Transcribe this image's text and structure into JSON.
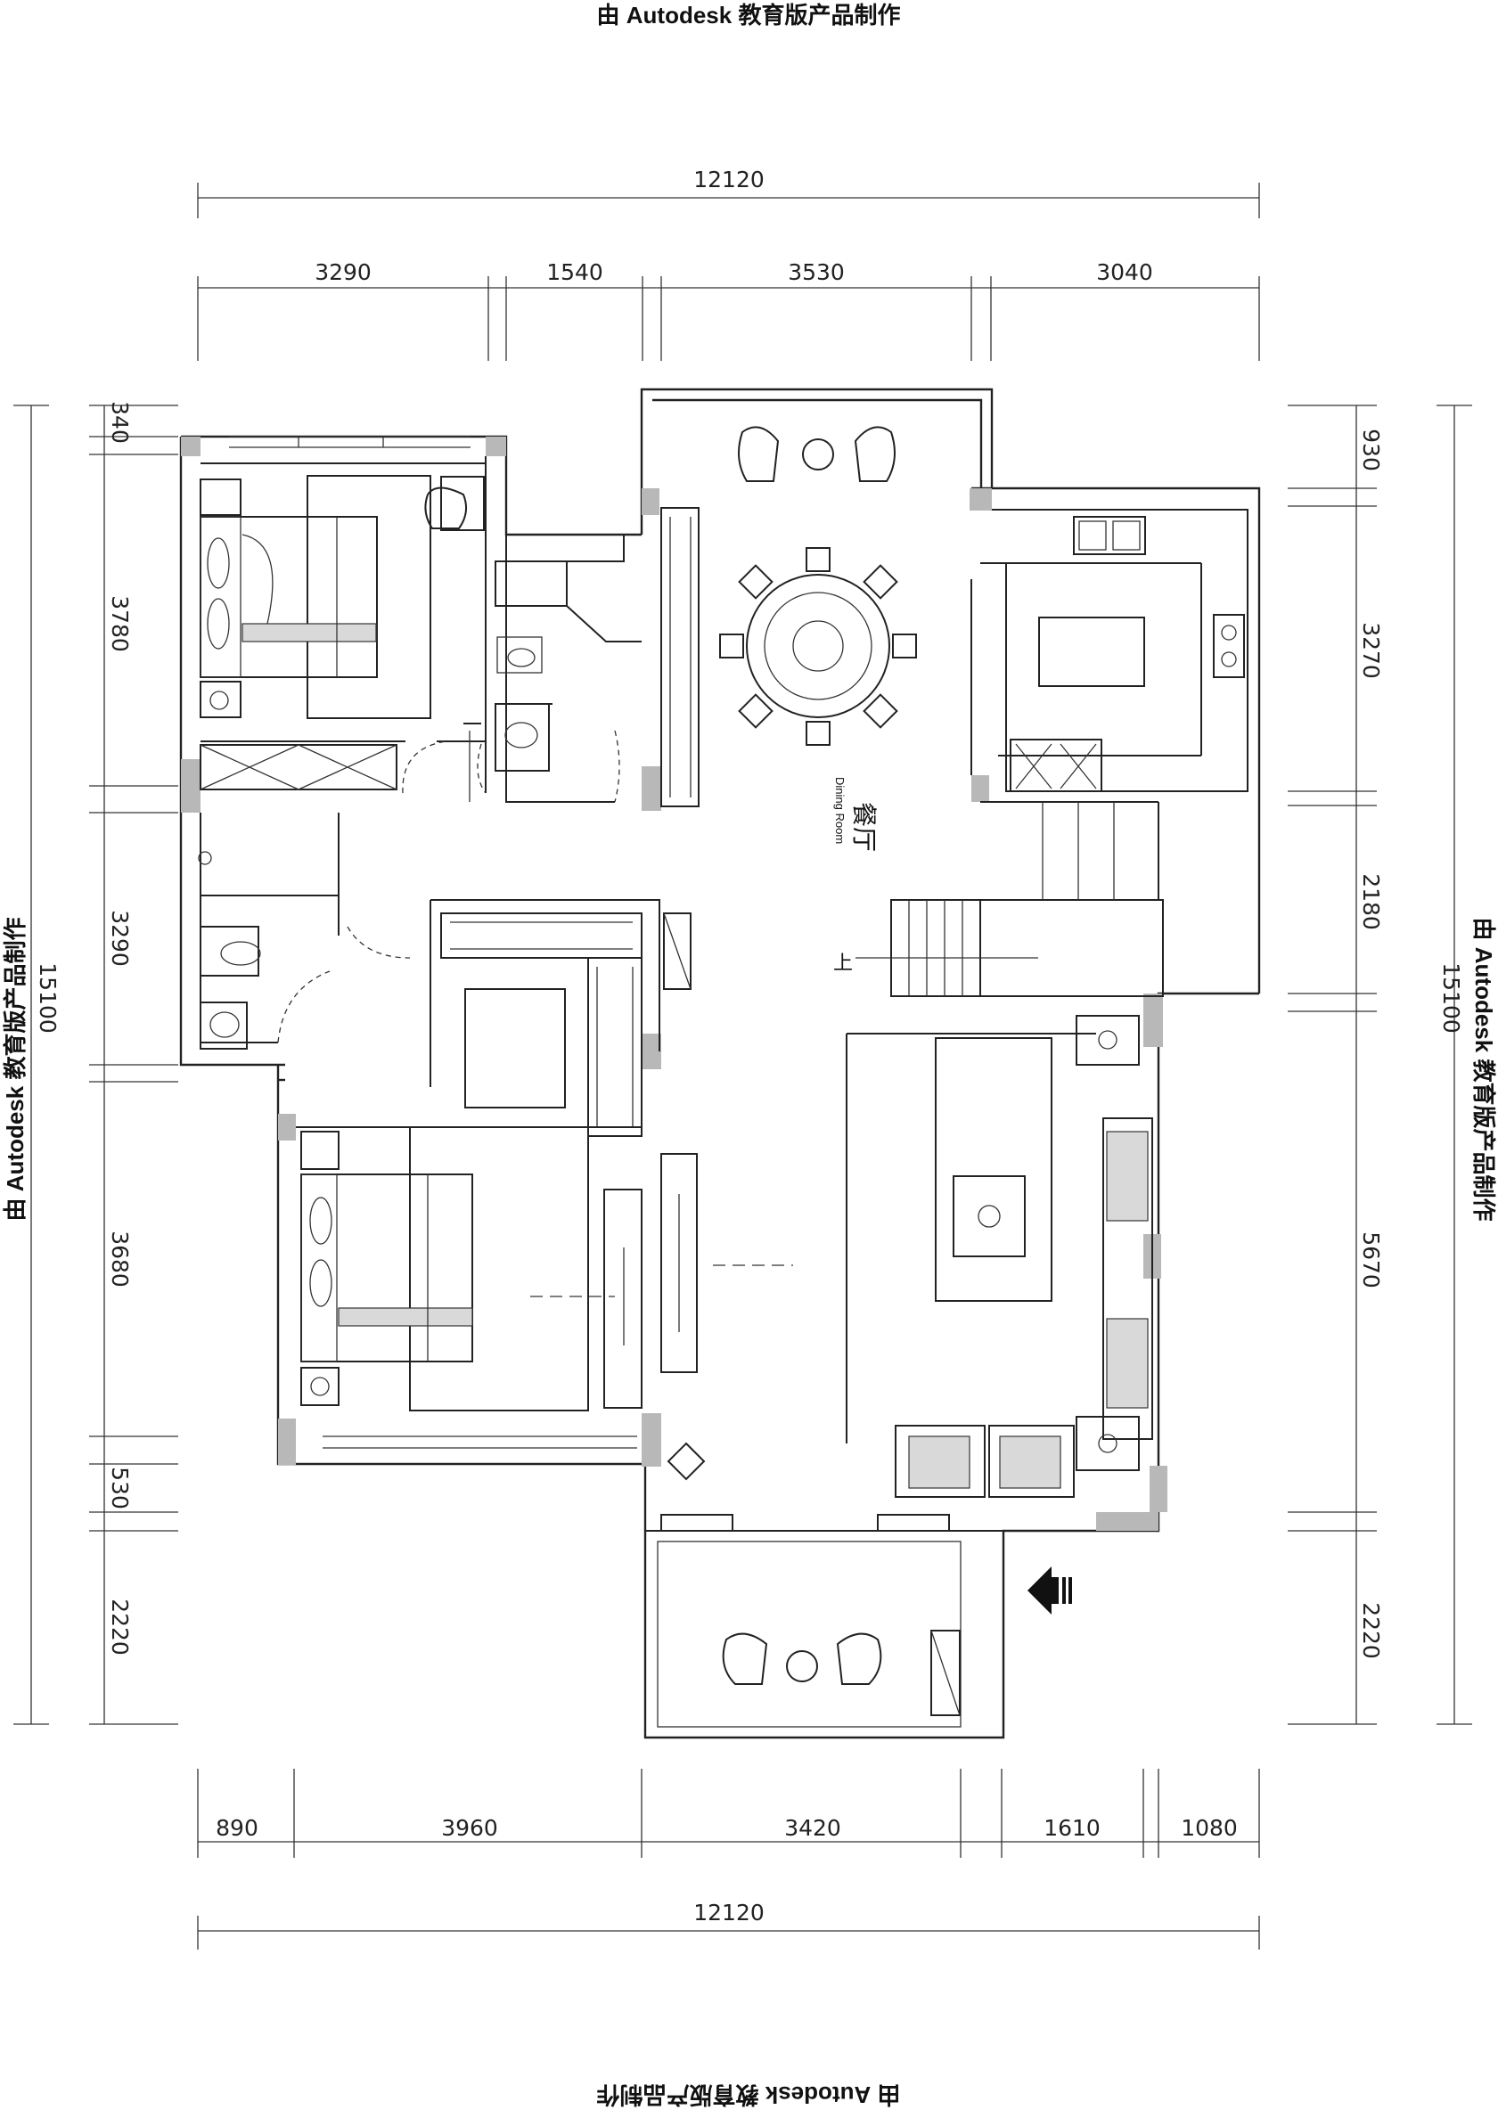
{
  "watermark": {
    "text": "由 Autodesk 教育版产品制作"
  },
  "dimensions": {
    "top_total": "12120",
    "top_segments": [
      "3290",
      "1540",
      "3530",
      "3040"
    ],
    "bottom_segments": [
      "890",
      "3960",
      "3420",
      "1610",
      "1080"
    ],
    "bottom_total": "12120",
    "left_total": "15100",
    "left_segments": [
      "340",
      "3780",
      "3290",
      "3680",
      "530",
      "2220"
    ],
    "right_total": "15100",
    "right_segments": [
      "930",
      "3270",
      "2180",
      "5670",
      "2220"
    ]
  },
  "rooms": {
    "dining_cn": "餐厅",
    "dining_en": "Dining Room",
    "stair_label": "上"
  },
  "icons": {
    "entry": "entry-arrow-icon"
  },
  "colors": {
    "line": "#222222",
    "column_fill": "#b8b8b8",
    "hatch_fill": "#d9d9d9"
  }
}
